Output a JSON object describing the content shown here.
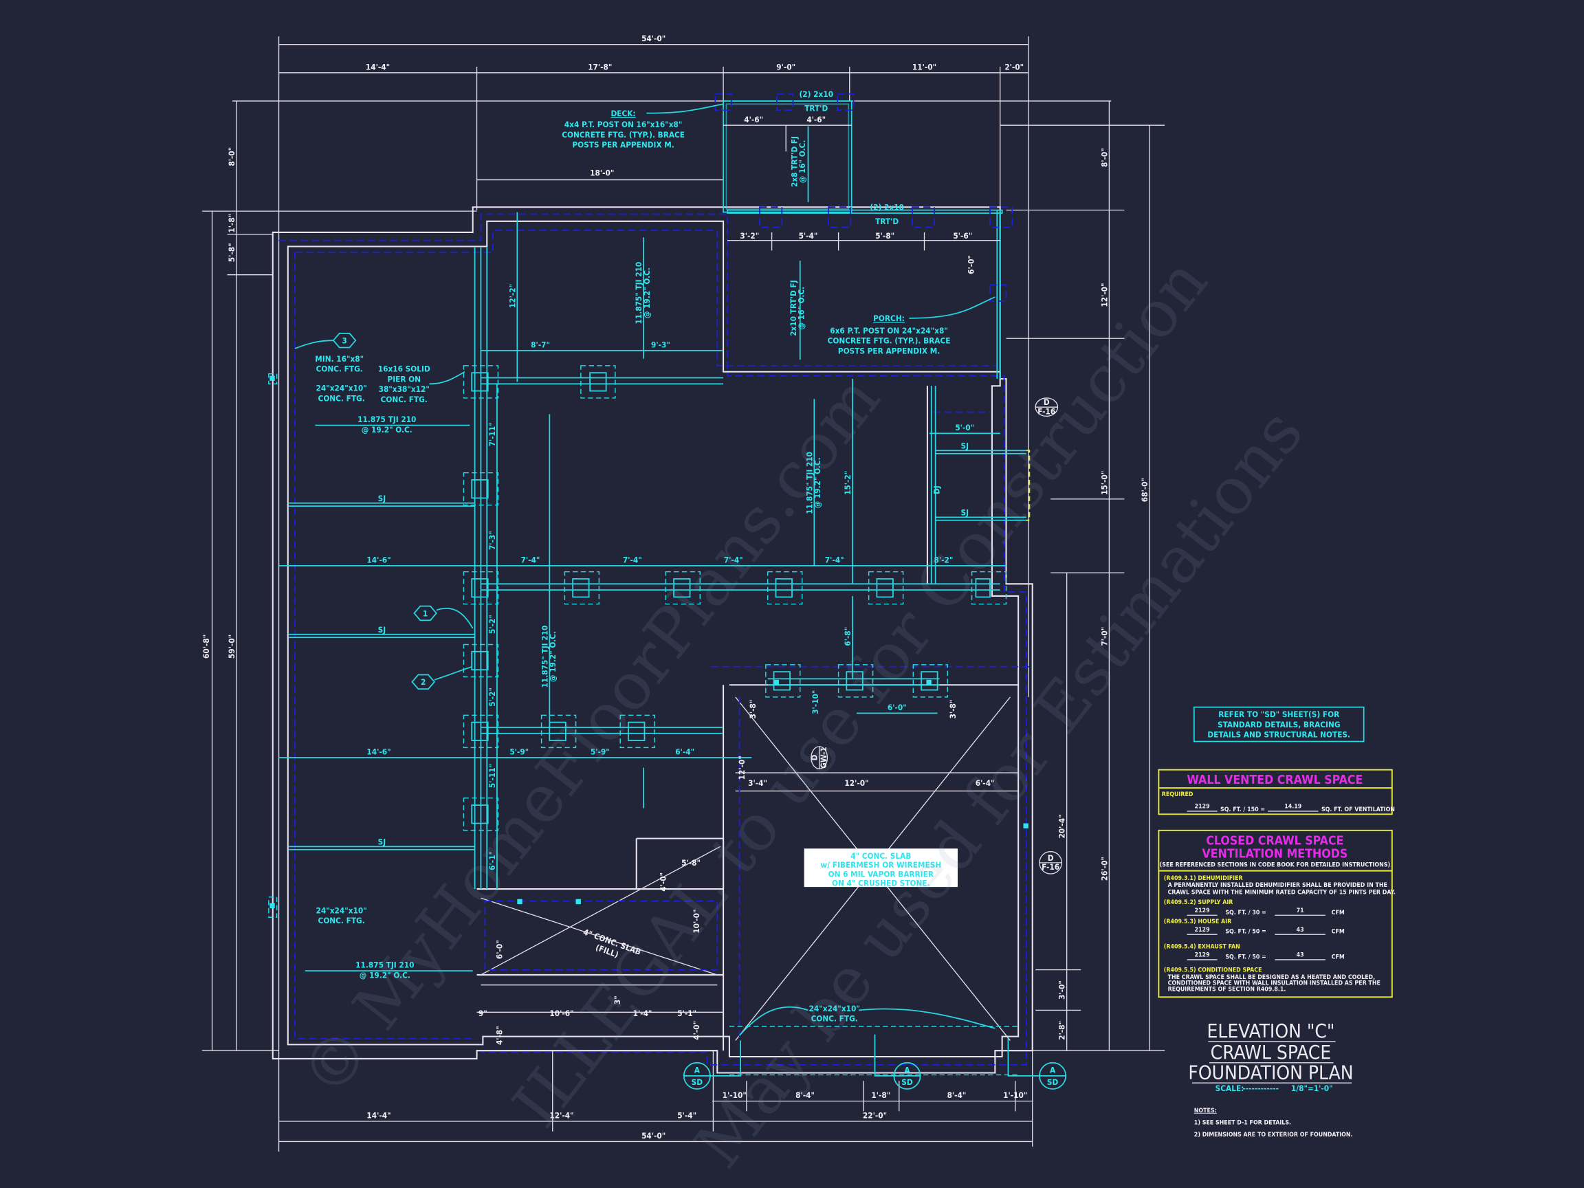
{
  "sheet": {
    "title_lines": [
      "ELEVATION \"C\"",
      "CRAWL SPACE",
      "FOUNDATION PLAN"
    ],
    "scale_label": "SCALE:",
    "scale_dashes": "------------",
    "scale_value": "1/8\"=1'-0\"",
    "notes_heading": "NOTES:",
    "notes": [
      "1)  SEE SHEET D-1 FOR DETAILS.",
      "2)  DIMENSIONS ARE TO EXTERIOR OF FOUNDATION."
    ],
    "refer_note": [
      "REFER TO \"SD\"  SHEET(S) FOR",
      "STANDARD DETAILS, BRACING",
      "DETAILS AND STRUCTURAL NOTES."
    ],
    "watermark_lines": [
      "© MyHomeFloorPlans.com",
      "ILLEGAL to use for Construction",
      "May be used for Estimations"
    ]
  },
  "colors": {
    "background": "#222538",
    "dimension_white": "#f2eef5",
    "structural_cyan": "#2fe6ee",
    "footing_blue": "#1a1fe0",
    "table_yellow": "#f0ef3c",
    "heading_magenta": "#e62bea"
  },
  "wall_vented": {
    "title": "WALL VENTED CRAWL SPACE",
    "required_label": "REQUIRED",
    "sqft": "2129",
    "formula": "SQ. FT. / 150 =",
    "result": "14.19",
    "result_unit": "SQ. FT. OF VENTILATION"
  },
  "closed_crawl": {
    "title_lines": [
      "CLOSED CRAWL SPACE",
      "VENTILATION METHODS"
    ],
    "subtitle": "(SEE REFERENCED SECTIONS IN CODE BOOK FOR DETAILED INSTRUCTIONS)",
    "dehumidifier": {
      "code": "(R409.3.1)  DEHUMIDIFIER",
      "text": [
        "A PERMANENTLY INSTALLED DEHUMIDIFIER SHALL BE PROVIDED IN THE",
        "CRAWL SPACE WITH THE MINIMUM RATED CAPACITY OF 15 PINTS PER DAY."
      ]
    },
    "methods": [
      {
        "code": "(R409.5.2)  SUPPLY AIR",
        "sqft": "2129",
        "formula": "SQ. FT. / 30 =",
        "result": "71",
        "unit": "CFM"
      },
      {
        "code": "(R409.5.3)  HOUSE AIR",
        "sqft": "2129",
        "formula": "SQ. FT. / 50 =",
        "result": "43",
        "unit": "CFM"
      },
      {
        "code": "(R409.5.4)  EXHAUST FAN",
        "sqft": "2129",
        "formula": "SQ. FT. / 50 =",
        "result": "43",
        "unit": "CFM"
      }
    ],
    "conditioned": {
      "code": "(R409.5.5)  CONDITIONED SPACE",
      "text": [
        "THE CRAWL SPACE SHALL BE DESIGNED AS A HEATED AND COOLED,",
        "CONDITIONED SPACE WITH WALL INSULATION INSTALLED AS PER THE",
        "REQUIREMENTS OF SECTION R409.8.1."
      ]
    }
  },
  "dimensions": {
    "top_overall": "54'-0\"",
    "top": [
      "14'-4\"",
      "17'-8\"",
      "9'-0\"",
      "11'-0\"",
      "2'-0\""
    ],
    "bottom": [
      "14'-4\"",
      "12'-4\"",
      "5'-4\"",
      "22'-0\""
    ],
    "bottom_overall": "54'-0\"",
    "bottom_front": [
      "1'-10\"",
      "8'-4\"",
      "1'-8\"",
      "8'-4\"",
      "1'-10\""
    ],
    "left": [
      "8'-0\"",
      "1'-8\"",
      "5'-8\"",
      "59'-0\"",
      "60'-8\""
    ],
    "right": [
      "8'-0\"",
      "12'-0\"",
      "15'-0\"",
      "7'-0\"",
      "68'-0\"",
      "20'-4\"",
      "26'-0\"",
      "3'-0\"",
      "2'-8\""
    ],
    "deck": [
      "4'-6\"",
      "4'-6\"",
      "18'-0\""
    ],
    "porch": [
      "3'-2\"",
      "5'-4\"",
      "5'-8\"",
      "5'-6\"",
      "6'-0\""
    ],
    "interior_cyan": [
      "8'-7\"",
      "9'-3\"",
      "12'-2\"",
      "7'-11\"",
      "7'-3\"",
      "14'-6\"",
      "7'-4\"",
      "7'-4\"",
      "7'-4\"",
      "7'-4\"",
      "8'-2\"",
      "5'-0\"",
      "15'-2\"",
      "5'-2\"",
      "5'-2\"",
      "14'-6\"",
      "5'-9\"",
      "5'-9\"",
      "6'-4\"",
      "5'-11\"",
      "6'-1\"",
      "6'-8\"",
      "3'-10\"",
      "6'-0\""
    ],
    "interior_white": [
      "3'-8\"",
      "3'-8\"",
      "12'-0\"",
      "3'-4\"",
      "12'-0\"",
      "6'-4\"",
      "5'-8\"",
      "4'-0\"",
      "10'-0\"",
      "6'-0\"",
      "9\"",
      "10'-6\"",
      "1'-4\"",
      "5'-1\"",
      "3\"",
      "4'-8\"",
      "4'-0\""
    ]
  },
  "annotations": {
    "deck": {
      "heading": "DECK:",
      "lines": [
        "4x4 P.T. POST ON 16\"x16\"x8\"",
        "CONCRETE FTG. (TYP.). BRACE",
        "POSTS PER APPENDIX M."
      ]
    },
    "porch": {
      "heading": "PORCH:",
      "lines": [
        "6x6 P.T. POST ON 24\"x24\"x8\"",
        "CONCRETE FTG. (TYP.). BRACE",
        "POSTS PER APPENDIX M."
      ]
    },
    "beam_top": [
      "(2) 2x10",
      "TRT'D"
    ],
    "beam_mid": [
      "(2) 2x10",
      "TRT'D"
    ],
    "deck_joist": [
      "2x8 TRT'D FJ",
      "@ 16\" O.C."
    ],
    "porch_joist": [
      "2x10 TRT'D FJ",
      "@ 16\" O.C."
    ],
    "tji": [
      "11.875\" TJI 210",
      "@ 19.2\" O.C."
    ],
    "tji_short": [
      "11.875 TJI 210",
      "@ 19.2\" O.C."
    ],
    "min_ftg": [
      "MIN. 16\"x8\"",
      "CONC. FTG."
    ],
    "ftg_24": [
      "24\"x24\"x10\"",
      "CONC. FTG."
    ],
    "pier": [
      "16x16 SOLID",
      "PIER ON",
      "38\"x38\"x12\"",
      "CONC. FTG."
    ],
    "slab": [
      "4\" CONC. SLAB",
      "w/ FIBERMESH OR WIREMESH",
      "ON 6 MIL VAPOR BARRIER",
      "ON 4\" CRUSHED STONE."
    ],
    "slab_fill": [
      "4\" CONC. SLAB",
      "(FILL)"
    ],
    "sj": "SJ",
    "dj": "DJ",
    "hex_tags": [
      "1",
      "2",
      "3"
    ],
    "section_tags": [
      {
        "top": "A",
        "bottom": "SD"
      },
      {
        "top": "A",
        "bottom": "SD"
      },
      {
        "top": "A",
        "bottom": "SD"
      }
    ],
    "detail_tags": [
      {
        "top": "D",
        "bottom": "F-16"
      },
      {
        "top": "D",
        "bottom": "F-16"
      },
      {
        "top": "D",
        "bottom": "GW-1"
      }
    ]
  }
}
